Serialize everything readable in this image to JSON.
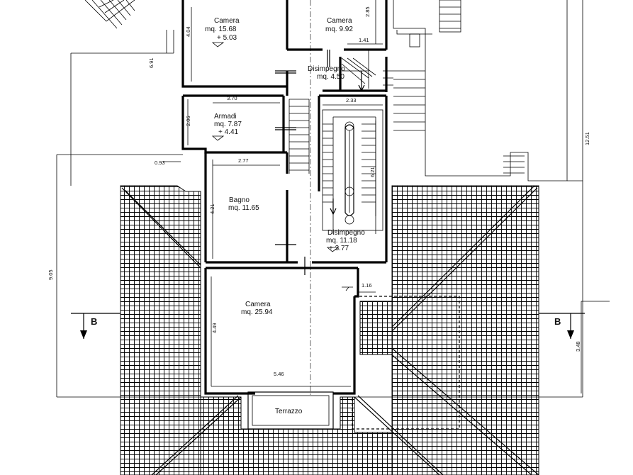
{
  "rooms": {
    "camera_nw": {
      "name": "Camera",
      "area": "mq. 15.68",
      "height": "+ 5.03"
    },
    "camera_ne": {
      "name": "Camera",
      "area": "mq. 9.92"
    },
    "disimpegno_top": {
      "name": "Disimpegno",
      "area": "mq. 4.50"
    },
    "armadi": {
      "name": "Armadi",
      "area": "mq. 7.87",
      "height": "+ 4.41"
    },
    "bagno": {
      "name": "Bagno",
      "area": "mq. 11.65"
    },
    "disimpegno_mid": {
      "name": "Disimpegno",
      "area": "mq. 11.18",
      "height": "+ 3.77"
    },
    "camera_s": {
      "name": "Camera",
      "area": "mq. 25.94"
    },
    "terrazzo": {
      "name": "Terrazzo"
    }
  },
  "dimensions": {
    "d_404": "4.04",
    "d_285": "2.85",
    "d_141": "1.41",
    "d_691": "6.91",
    "d_370": "3.70",
    "d_233": "2.33",
    "d_206": "2.06",
    "d_093": "0.93",
    "d_277": "2.77",
    "d_621": "6.21",
    "d_421": "4.21",
    "d_1251": "12.51",
    "d_905": "9.05",
    "d_116": "1.16",
    "d_449": "4.49",
    "d_348": "3.48",
    "d_546": "5.46"
  },
  "section": {
    "left": "B",
    "right": "B"
  },
  "colors": {
    "line": "#000000",
    "background": "#ffffff"
  }
}
